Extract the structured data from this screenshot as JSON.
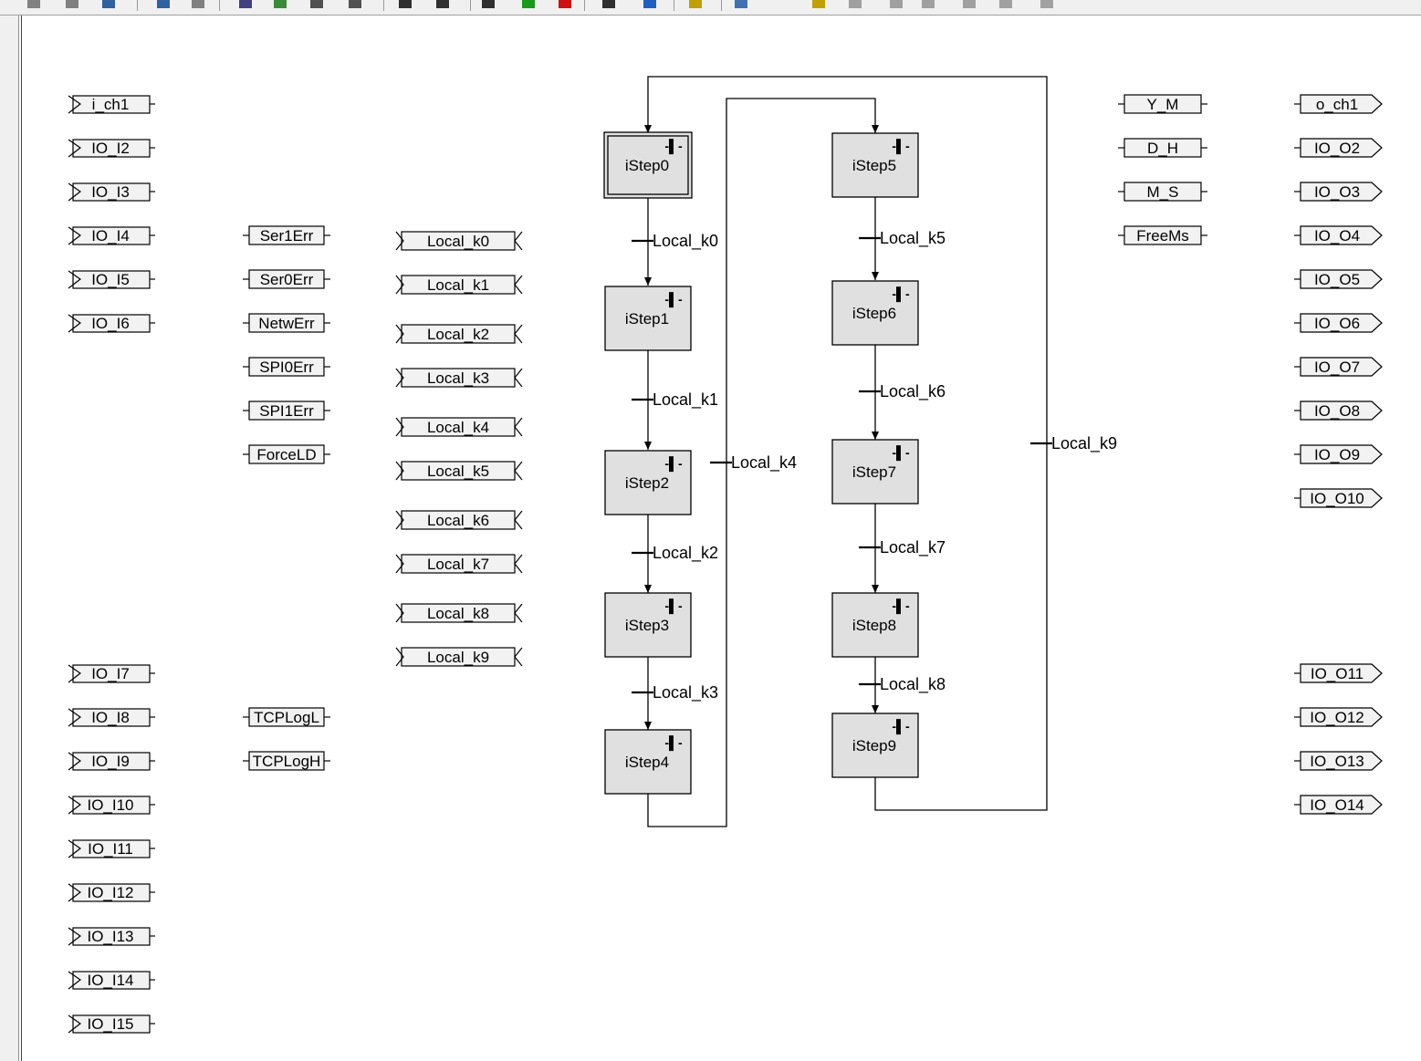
{
  "inputs_left": [
    "i_ch1",
    "IO_I2",
    "IO_I3",
    "IO_I4",
    "IO_I5",
    "IO_I6",
    "IO_I7",
    "IO_I8",
    "IO_I9",
    "IO_I10",
    "IO_I11",
    "IO_I12",
    "IO_I13",
    "IO_I14",
    "IO_I15"
  ],
  "system_vars": [
    "Ser1Err",
    "Ser0Err",
    "NetwErr",
    "SPI0Err",
    "SPI1Err",
    "ForceLD",
    "TCPLogL",
    "TCPLogH"
  ],
  "local_vars": [
    "Local_k0",
    "Local_k1",
    "Local_k2",
    "Local_k3",
    "Local_k4",
    "Local_k5",
    "Local_k6",
    "Local_k7",
    "Local_k8",
    "Local_k9"
  ],
  "time_vars": [
    "Y_M",
    "D_H",
    "M_S",
    "FreeMs"
  ],
  "outputs_right": [
    "o_ch1",
    "IO_O2",
    "IO_O3",
    "IO_O4",
    "IO_O5",
    "IO_O6",
    "IO_O7",
    "IO_O8",
    "IO_O9",
    "IO_O10",
    "IO_O11",
    "IO_O12",
    "IO_O13",
    "IO_O14"
  ],
  "steps": [
    "iStep0",
    "iStep1",
    "iStep2",
    "iStep3",
    "iStep4",
    "iStep5",
    "iStep6",
    "iStep7",
    "iStep8",
    "iStep9"
  ],
  "initial_step": "iStep0",
  "transitions": [
    "Local_k0",
    "Local_k1",
    "Local_k2",
    "Local_k3",
    "Local_k4",
    "Local_k5",
    "Local_k6",
    "Local_k7",
    "Local_k8",
    "Local_k9"
  ],
  "step_marker": "-▌-",
  "colors": {
    "step_fill": "#e0e0e0",
    "tag_fill": "#f2f2f2",
    "line": "#000000",
    "canvas": "#ffffff"
  },
  "toolbar_icons": [
    "undo-icon",
    "redo-icon",
    "cut-icon",
    "copy-icon",
    "paste-icon",
    "back-icon",
    "forward-icon",
    "view-icon",
    "connect-icon",
    "zoom-icon",
    "zoom-fit-icon",
    "print-icon",
    "preview-icon",
    "run-icon",
    "stop-icon",
    "step-icon",
    "link-icon",
    "folder-icon",
    "monitor-icon",
    "help-icon",
    "align-left-icon",
    "align-center-icon",
    "align-right-icon",
    "distribute-icon",
    "align-top-icon",
    "align-middle-icon",
    "align-bottom-icon"
  ]
}
